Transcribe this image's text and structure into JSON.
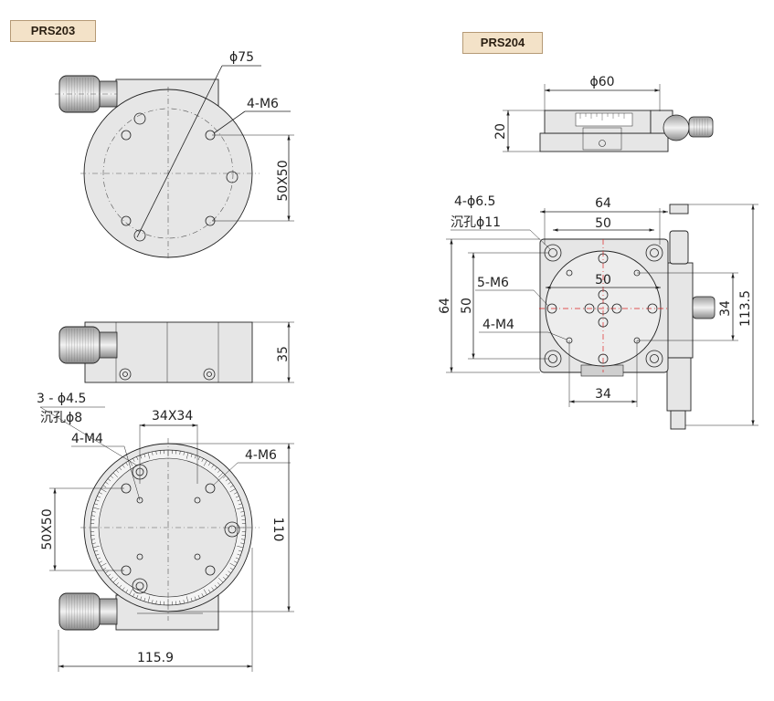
{
  "prs203": {
    "tag": "PRS203",
    "top_view": {
      "dia": "ϕ75",
      "thread": "4-M6",
      "pitch": "50X50"
    },
    "side_view": {
      "height": "35"
    },
    "bottom_view": {
      "holes": "3 - ϕ4.5",
      "counterbore": "沉孔ϕ8",
      "pitch_top": "34X34",
      "thread_small": "4-M4",
      "thread": "4-M6",
      "pitch_left": "50X50",
      "dia": "110",
      "width": "115.9"
    }
  },
  "prs204": {
    "tag": "PRS204",
    "side_view": {
      "dia": "ϕ60",
      "height": "20"
    },
    "plan_view": {
      "holes": "4-ϕ6.5",
      "counterbore": "沉孔ϕ11",
      "width_outer": "64",
      "width_inner": "50",
      "inner_circle": "50",
      "thread_center": "5-M6",
      "thread_small": "4-M4",
      "height_outer": "64",
      "height_inner": "50",
      "right_pitch": "34",
      "total_height": "113.5",
      "bottom_pitch": "34"
    }
  }
}
